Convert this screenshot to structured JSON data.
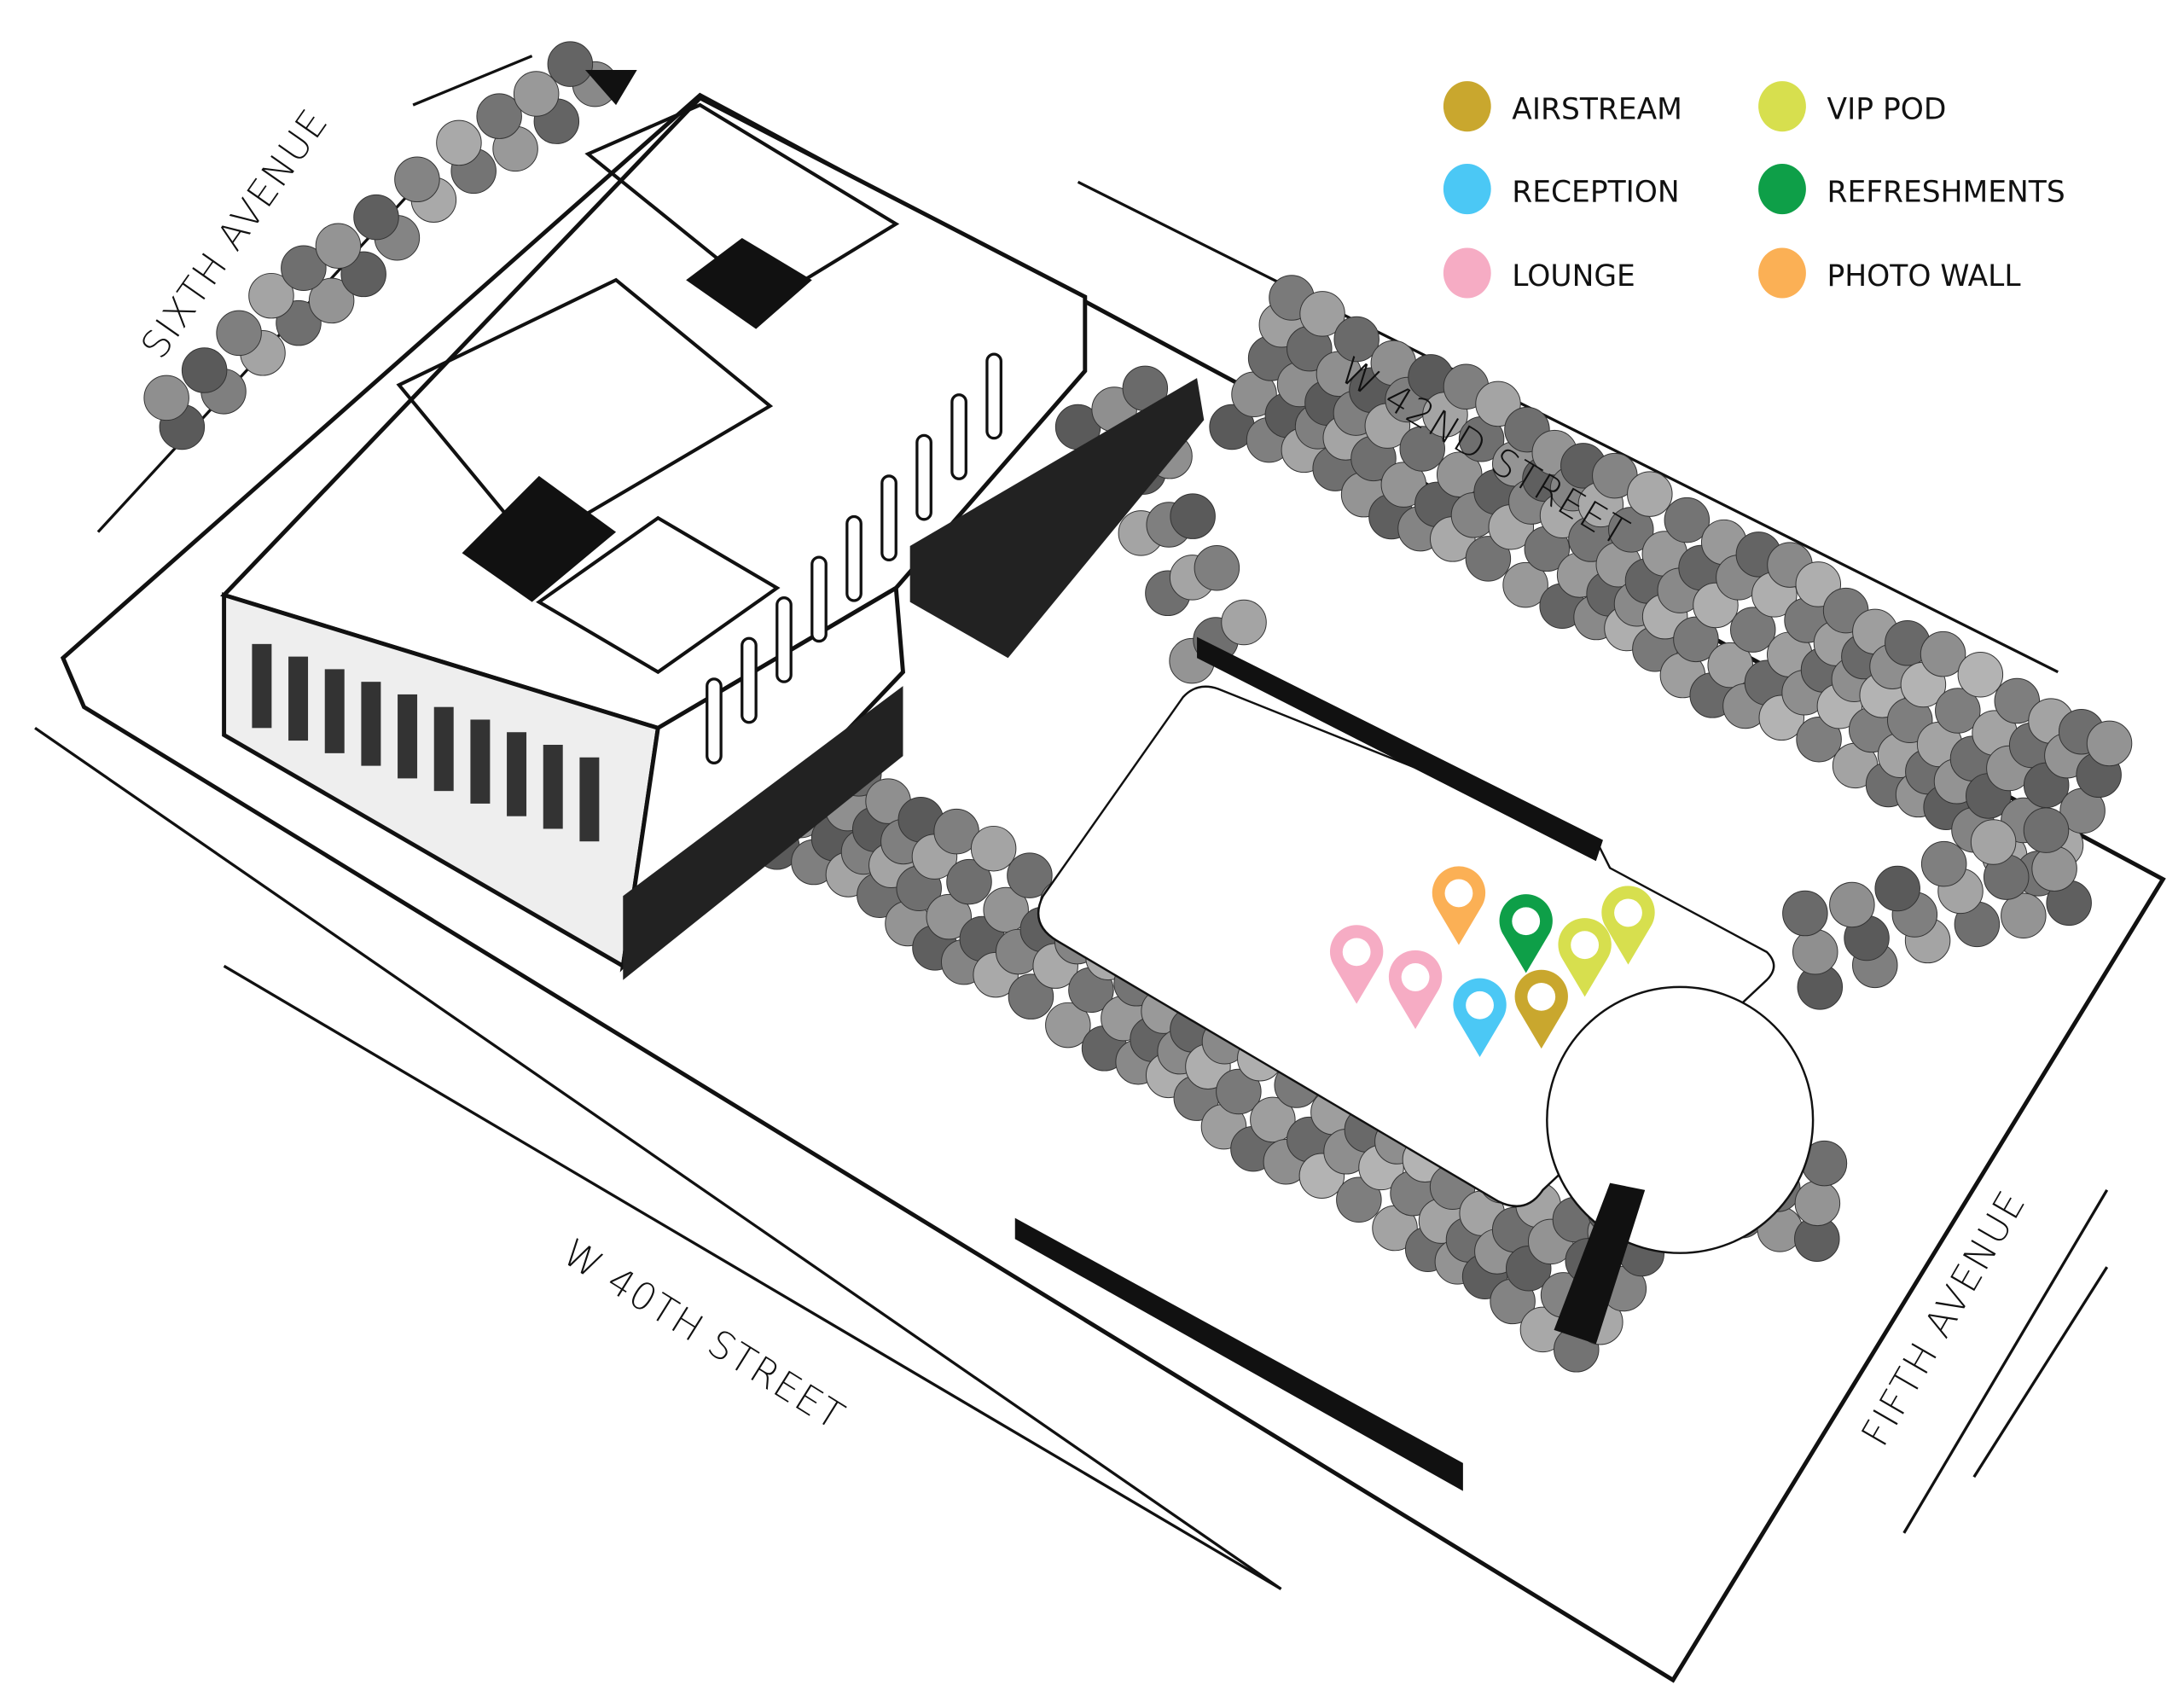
{
  "streets": {
    "sixth_avenue": "SIXTH AVENUE",
    "w_42nd_street": "W 42ND STREET",
    "w_40th_street": "W 40TH STREET",
    "fifth_avenue": "FIFTH AVENUE"
  },
  "legend": [
    {
      "label": "AIRSTREAM",
      "color": "#C9A72E"
    },
    {
      "label": "RECEPTION",
      "color": "#4BC8F5"
    },
    {
      "label": "LOUNGE",
      "color": "#F6ACC4"
    },
    {
      "label": "VIP POD",
      "color": "#D7DF4E"
    },
    {
      "label": "REFRESHMENTS",
      "color": "#0E9F48"
    },
    {
      "label": "PHOTO WALL",
      "color": "#FBB055"
    }
  ],
  "pins": [
    {
      "category": "LOUNGE",
      "color": "#F6ACC4"
    },
    {
      "category": "LOUNGE",
      "color": "#F6ACC4"
    },
    {
      "category": "PHOTO WALL",
      "color": "#FBB055"
    },
    {
      "category": "REFRESHMENTS",
      "color": "#0E9F48"
    },
    {
      "category": "RECEPTION",
      "color": "#4BC8F5"
    },
    {
      "category": "AIRSTREAM",
      "color": "#C9A72E"
    },
    {
      "category": "VIP POD",
      "color": "#D7DF4E"
    },
    {
      "category": "VIP POD",
      "color": "#D7DF4E"
    }
  ]
}
